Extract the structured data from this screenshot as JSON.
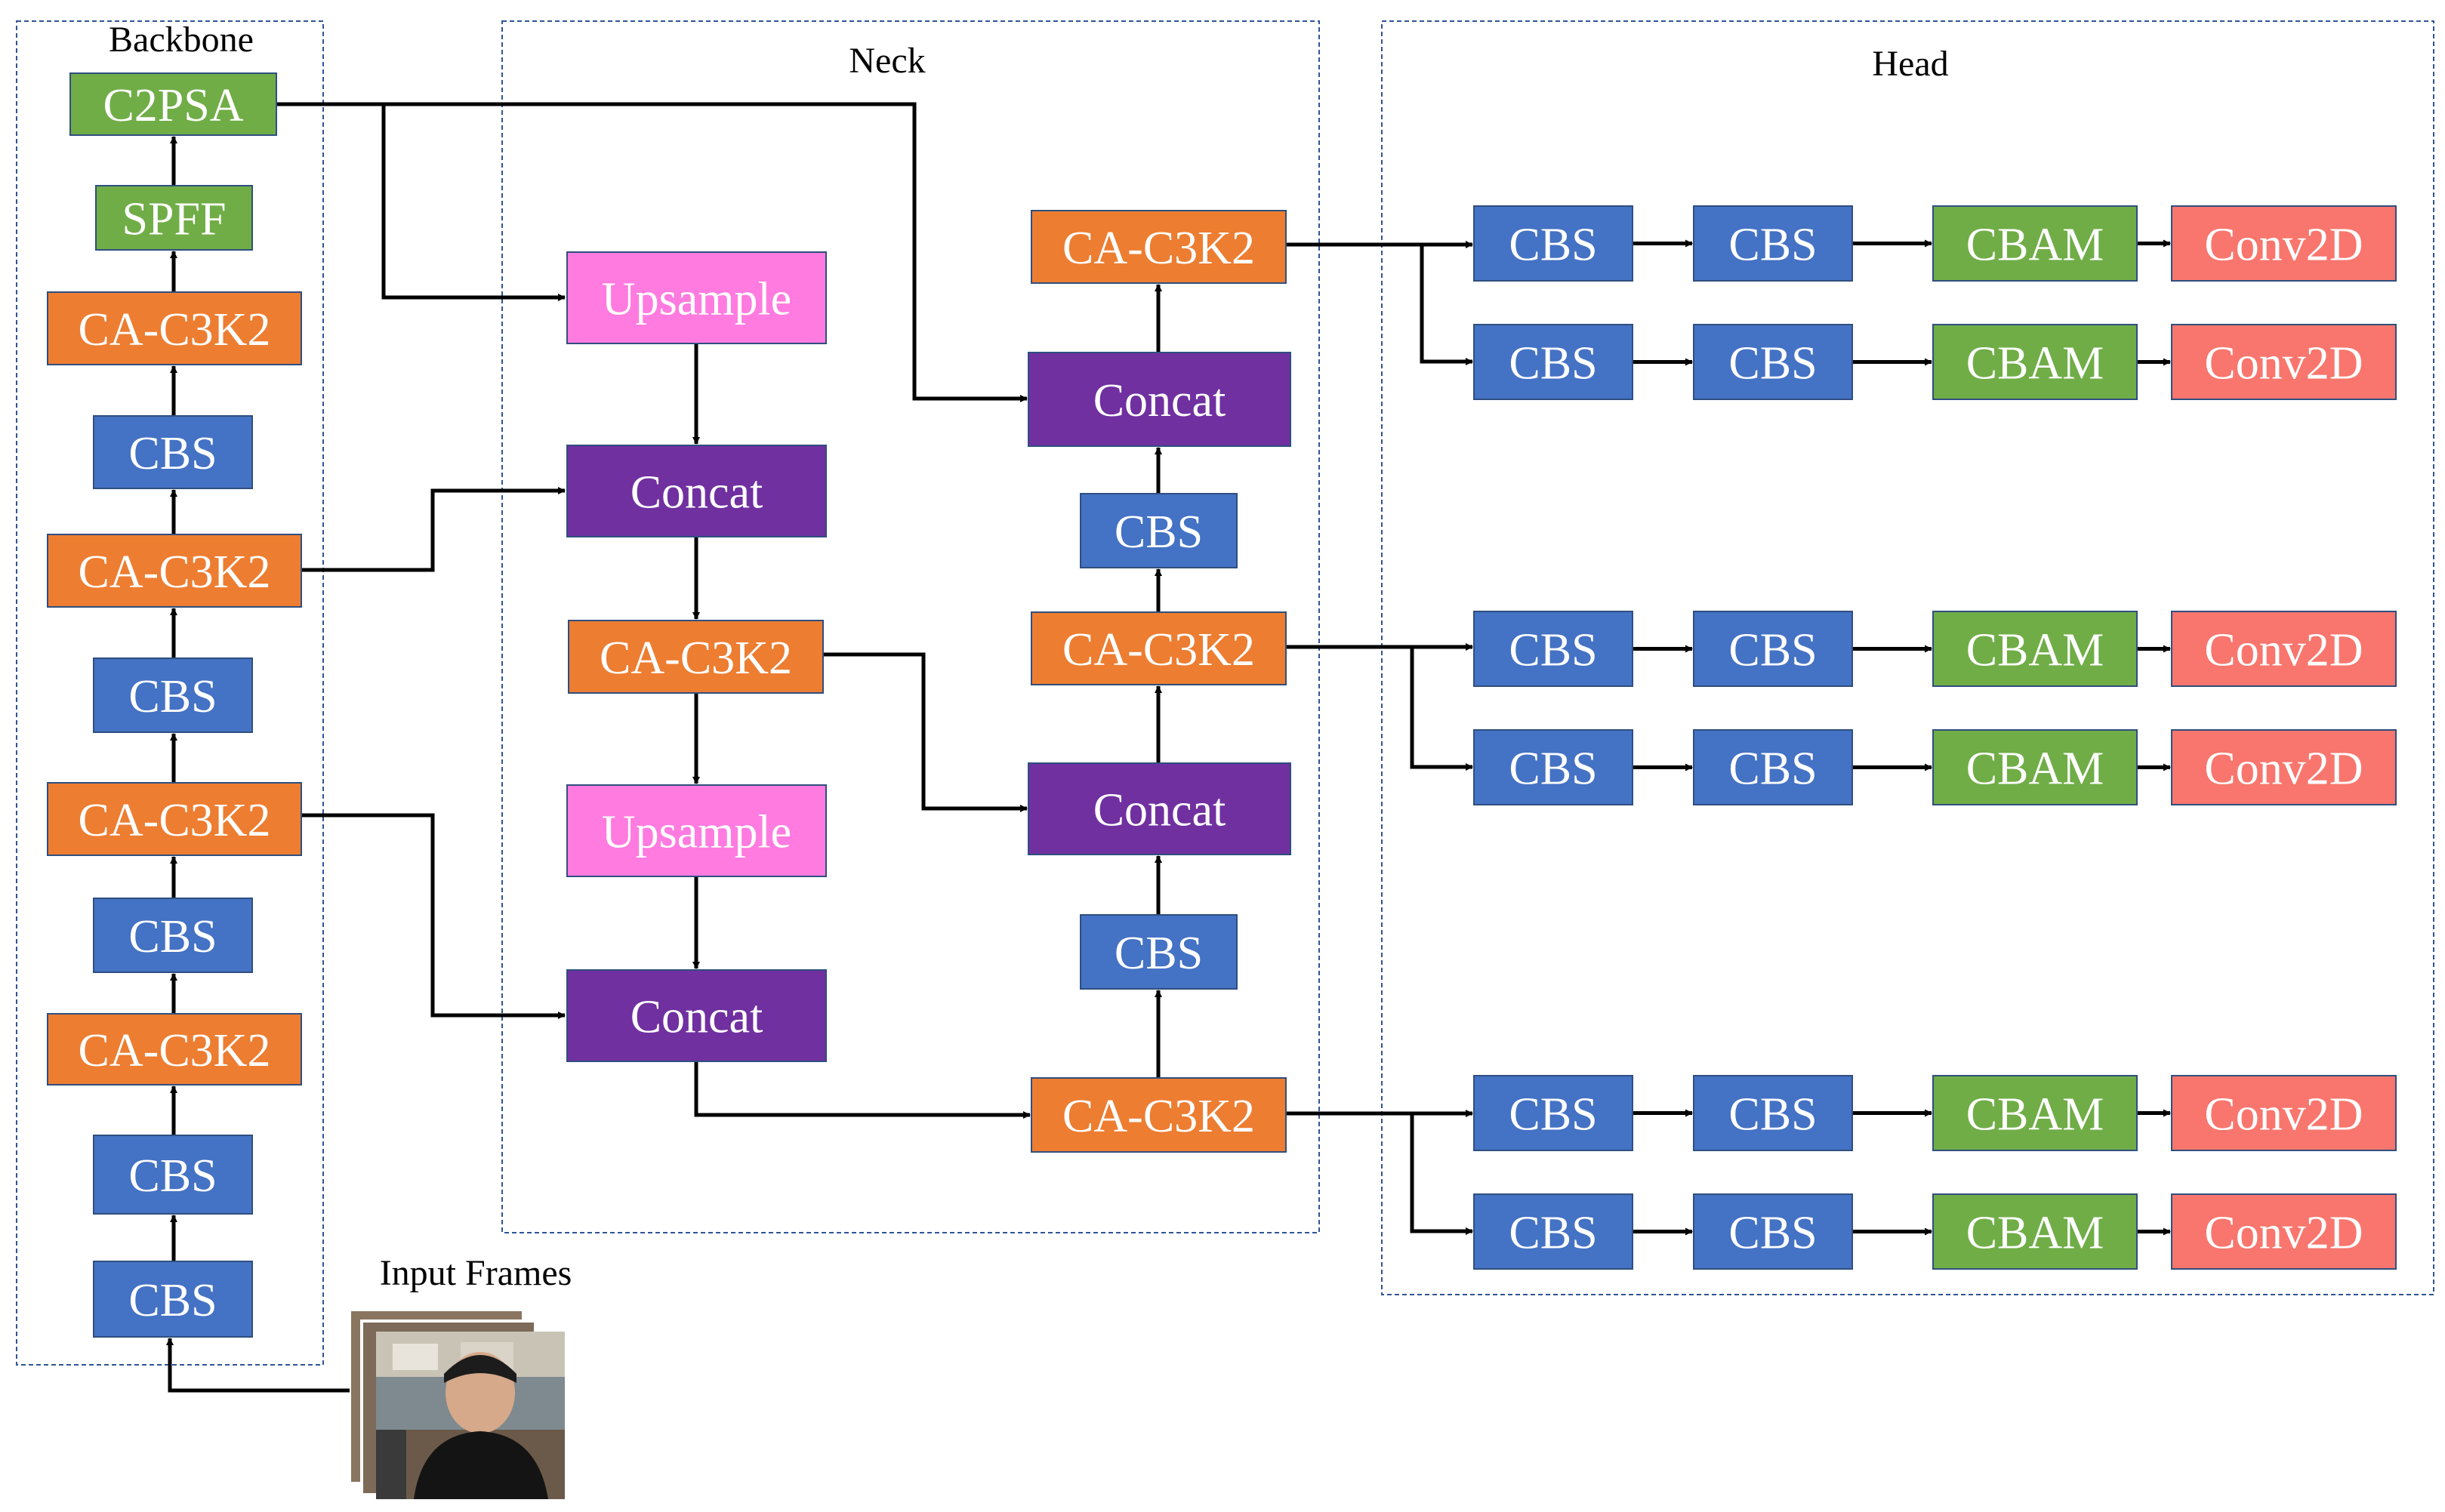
{
  "colors": {
    "cbs": "#4472C4",
    "ca_c3k2": "#ED7D31",
    "green": "#70AD47",
    "concat": "#7030A0",
    "upsample": "#FF7BE0",
    "conv2d": "#F8766D",
    "arrow": "#000000",
    "section_border": "#2F5597"
  },
  "sections": {
    "backbone": "Backbone",
    "neck": "Neck",
    "head": "Head"
  },
  "input_label": "Input Frames",
  "backbone": {
    "blocks": [
      {
        "id": "bb_c2psa",
        "label": "C2PSA",
        "kind": "green"
      },
      {
        "id": "bb_spff",
        "label": "SPFF",
        "kind": "green"
      },
      {
        "id": "bb_ca1",
        "label": "CA-C3K2",
        "kind": "ca_c3k2"
      },
      {
        "id": "bb_cbs1",
        "label": "CBS",
        "kind": "cbs"
      },
      {
        "id": "bb_ca2",
        "label": "CA-C3K2",
        "kind": "ca_c3k2"
      },
      {
        "id": "bb_cbs2",
        "label": "CBS",
        "kind": "cbs"
      },
      {
        "id": "bb_ca3",
        "label": "CA-C3K2",
        "kind": "ca_c3k2"
      },
      {
        "id": "bb_cbs3",
        "label": "CBS",
        "kind": "cbs"
      },
      {
        "id": "bb_ca4",
        "label": "CA-C3K2",
        "kind": "ca_c3k2"
      },
      {
        "id": "bb_cbs4",
        "label": "CBS",
        "kind": "cbs"
      },
      {
        "id": "bb_cbs5",
        "label": "CBS",
        "kind": "cbs"
      }
    ]
  },
  "neck": {
    "blocks": [
      {
        "id": "nk_up1",
        "label": "Upsample",
        "kind": "upsample"
      },
      {
        "id": "nk_concat1",
        "label": "Concat",
        "kind": "concat"
      },
      {
        "id": "nk_ca1",
        "label": "CA-C3K2",
        "kind": "ca_c3k2"
      },
      {
        "id": "nk_up2",
        "label": "Upsample",
        "kind": "upsample"
      },
      {
        "id": "nk_concat2",
        "label": "Concat",
        "kind": "concat"
      },
      {
        "id": "nk_ca_top",
        "label": "CA-C3K2",
        "kind": "ca_c3k2"
      },
      {
        "id": "nk_concat_top",
        "label": "Concat",
        "kind": "concat"
      },
      {
        "id": "nk_cbs_top",
        "label": "CBS",
        "kind": "cbs"
      },
      {
        "id": "nk_ca_mid",
        "label": "CA-C3K2",
        "kind": "ca_c3k2"
      },
      {
        "id": "nk_concat_mid",
        "label": "Concat",
        "kind": "concat"
      },
      {
        "id": "nk_cbs_mid",
        "label": "CBS",
        "kind": "cbs"
      },
      {
        "id": "nk_ca_bot",
        "label": "CA-C3K2",
        "kind": "ca_c3k2"
      }
    ]
  },
  "head": {
    "row_labels": [
      "CBS",
      "CBS",
      "CBAM",
      "Conv2D"
    ],
    "row_kinds": [
      "cbs",
      "cbs",
      "green",
      "conv2d"
    ],
    "row_count": 6
  }
}
